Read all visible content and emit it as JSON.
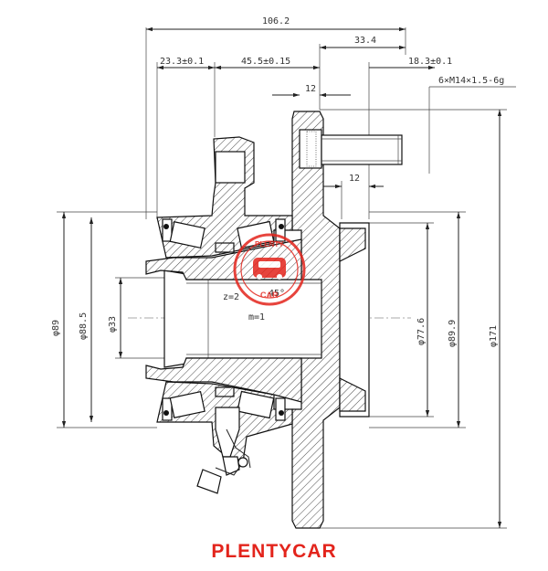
{
  "dimensions": {
    "overall_width": "106.2",
    "flange_to_bolt_end": "33.4",
    "bearing_offset": "23.3±0.1",
    "bearing_width": "45.5±0.15",
    "flange_offset": "18.3±0.1",
    "thread_spec": "6×M14×1.5-6g",
    "bolt_dim": "12",
    "pilot_dim": "12",
    "dia_outer_housing": "φ89",
    "dia_outer_race": "φ88.5",
    "dia_bore": "φ33",
    "dia_pilot": "φ77.6",
    "dia_hub": "φ89.9",
    "dia_flange": "φ171"
  },
  "gear": {
    "teeth_label": "z=2",
    "module_label": "m=1",
    "angle_label": "45°"
  },
  "watermark": {
    "top": "PLENTY",
    "bottom": "CAR",
    "color": "#e3241c"
  },
  "brand": {
    "text": "PLENTYCAR",
    "color": "#e3241c"
  }
}
